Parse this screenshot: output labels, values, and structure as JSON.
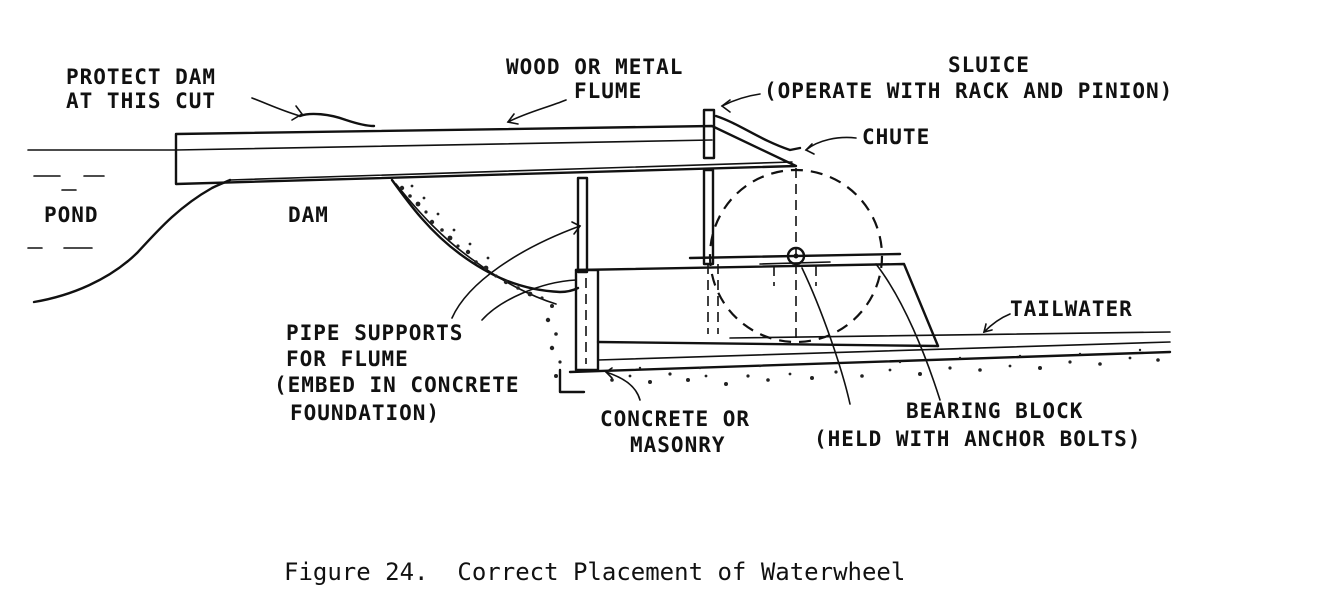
{
  "labels": {
    "protect_dam_line1": "PROTECT DAM",
    "protect_dam_line2": "AT THIS CUT",
    "flume_line1": "WOOD OR METAL",
    "flume_line2": "FLUME",
    "sluice_line1": "SLUICE",
    "sluice_line2": "(OPERATE WITH RACK AND PINION)",
    "chute": "CHUTE",
    "pond": "POND",
    "dam": "DAM",
    "tailwater": "TAILWATER",
    "pipe_supports_line1": "PIPE SUPPORTS",
    "pipe_supports_line2": "FOR FLUME",
    "pipe_supports_line3": "(EMBED IN CONCRETE",
    "pipe_supports_line4": "FOUNDATION)",
    "concrete_line1": "CONCRETE OR",
    "concrete_line2": "MASONRY",
    "bearing_line1": "BEARING BLOCK",
    "bearing_line2": "(HELD WITH ANCHOR BOLTS)"
  },
  "caption": "Figure 24.  Correct Placement of Waterwheel"
}
